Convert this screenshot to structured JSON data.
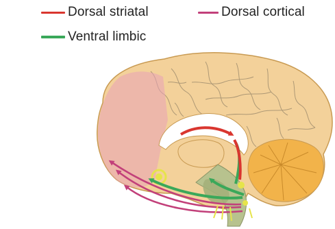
{
  "legend": {
    "items": [
      {
        "label": "Dorsal striatal",
        "color": "#d9362f"
      },
      {
        "label": "Dorsal cortical",
        "color": "#c2407a"
      },
      {
        "label": "Ventral limbic",
        "color": "#3aa85a"
      }
    ]
  },
  "palette": {
    "cortex": "#f3d19a",
    "cortex_outline": "#c89a52",
    "gyri_lines": "#9c8a6c",
    "prefrontal_overlay": "#e8a3b8",
    "cerebellum": "#f2b34a",
    "brainstem": "#b7c28e",
    "striatal_pathway": "#d9362f",
    "cortical_pathway": "#c2407a",
    "limbic_pathway": "#3aa85a",
    "nucleus": "#e6e44a"
  }
}
